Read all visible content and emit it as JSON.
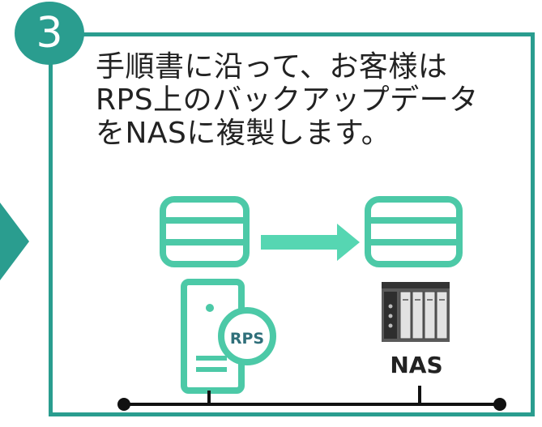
{
  "step_number": "3",
  "description_lines": [
    "手順書に沿って、お客様は",
    "RPS上のバックアップデータ",
    "をNASに複製します。"
  ],
  "server_label": "RPS",
  "nas_label": "NAS",
  "colors": {
    "accent": "#2a9d8f",
    "icon_stroke": "#4cc9a7",
    "arrow_fill": "#56d6b2",
    "text": "#222222"
  }
}
